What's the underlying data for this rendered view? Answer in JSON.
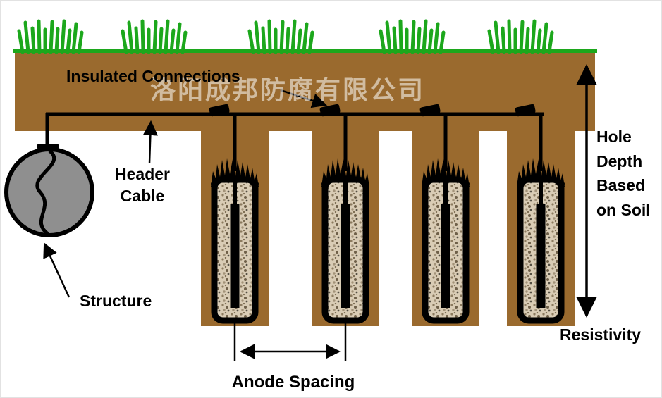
{
  "watermark_text": "洛阳成邦防腐有限公司",
  "labels": {
    "insulated_connections": "Insulated Connections",
    "header_cable_lines": [
      "Header",
      "Cable"
    ],
    "structure": "Structure",
    "anode_spacing": "Anode Spacing",
    "hole_depth_lines": [
      "Hole",
      "Depth",
      "Based",
      "on Soil"
    ],
    "resistivity": "Resistivity"
  },
  "colors": {
    "soil": "#9a6a2e",
    "grass": "#1ca71c",
    "structure_fill": "#8f8f8f",
    "anode_backfill": "#d9ccb5",
    "line_black": "#000000",
    "watermark": "rgba(255,255,255,0.55)"
  },
  "figure": {
    "anode_count": 4
  }
}
